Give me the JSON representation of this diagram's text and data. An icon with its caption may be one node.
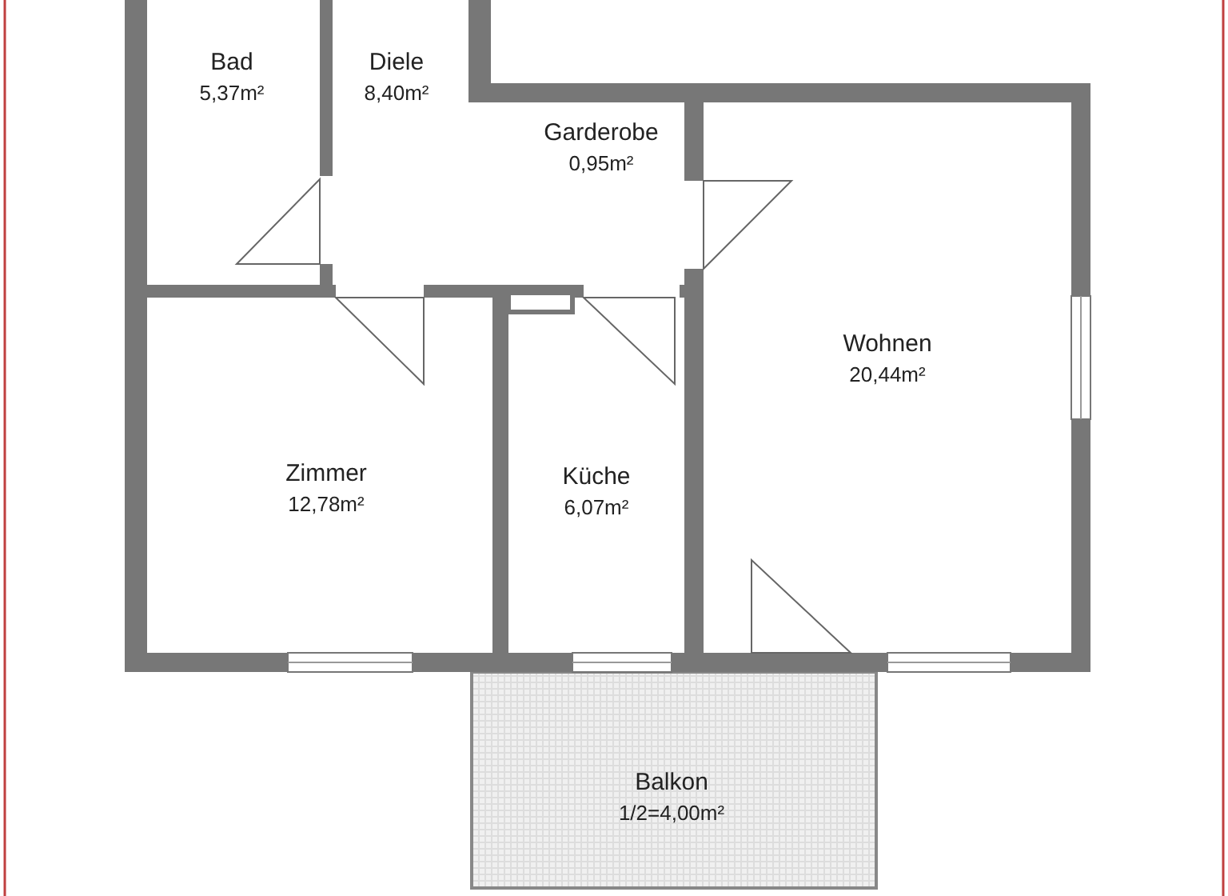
{
  "diagram": {
    "nodes": [
      {
        "text": [
          "Bad",
          "5,37m²"
        ]
      },
      {
        "text": [
          "Diele",
          "8,40m²"
        ]
      },
      {
        "text": [
          "Garderobe",
          "0,95m²"
        ]
      },
      {
        "text": [
          "Wohnen",
          "20,44m²"
        ]
      },
      {
        "text": [
          "Zimmer",
          "12,78m²"
        ]
      },
      {
        "text": [
          "Küche",
          "6,07m²"
        ]
      },
      {
        "text": [
          "Balkon",
          "1/2=4,00m²"
        ]
      }
    ]
  }
}
